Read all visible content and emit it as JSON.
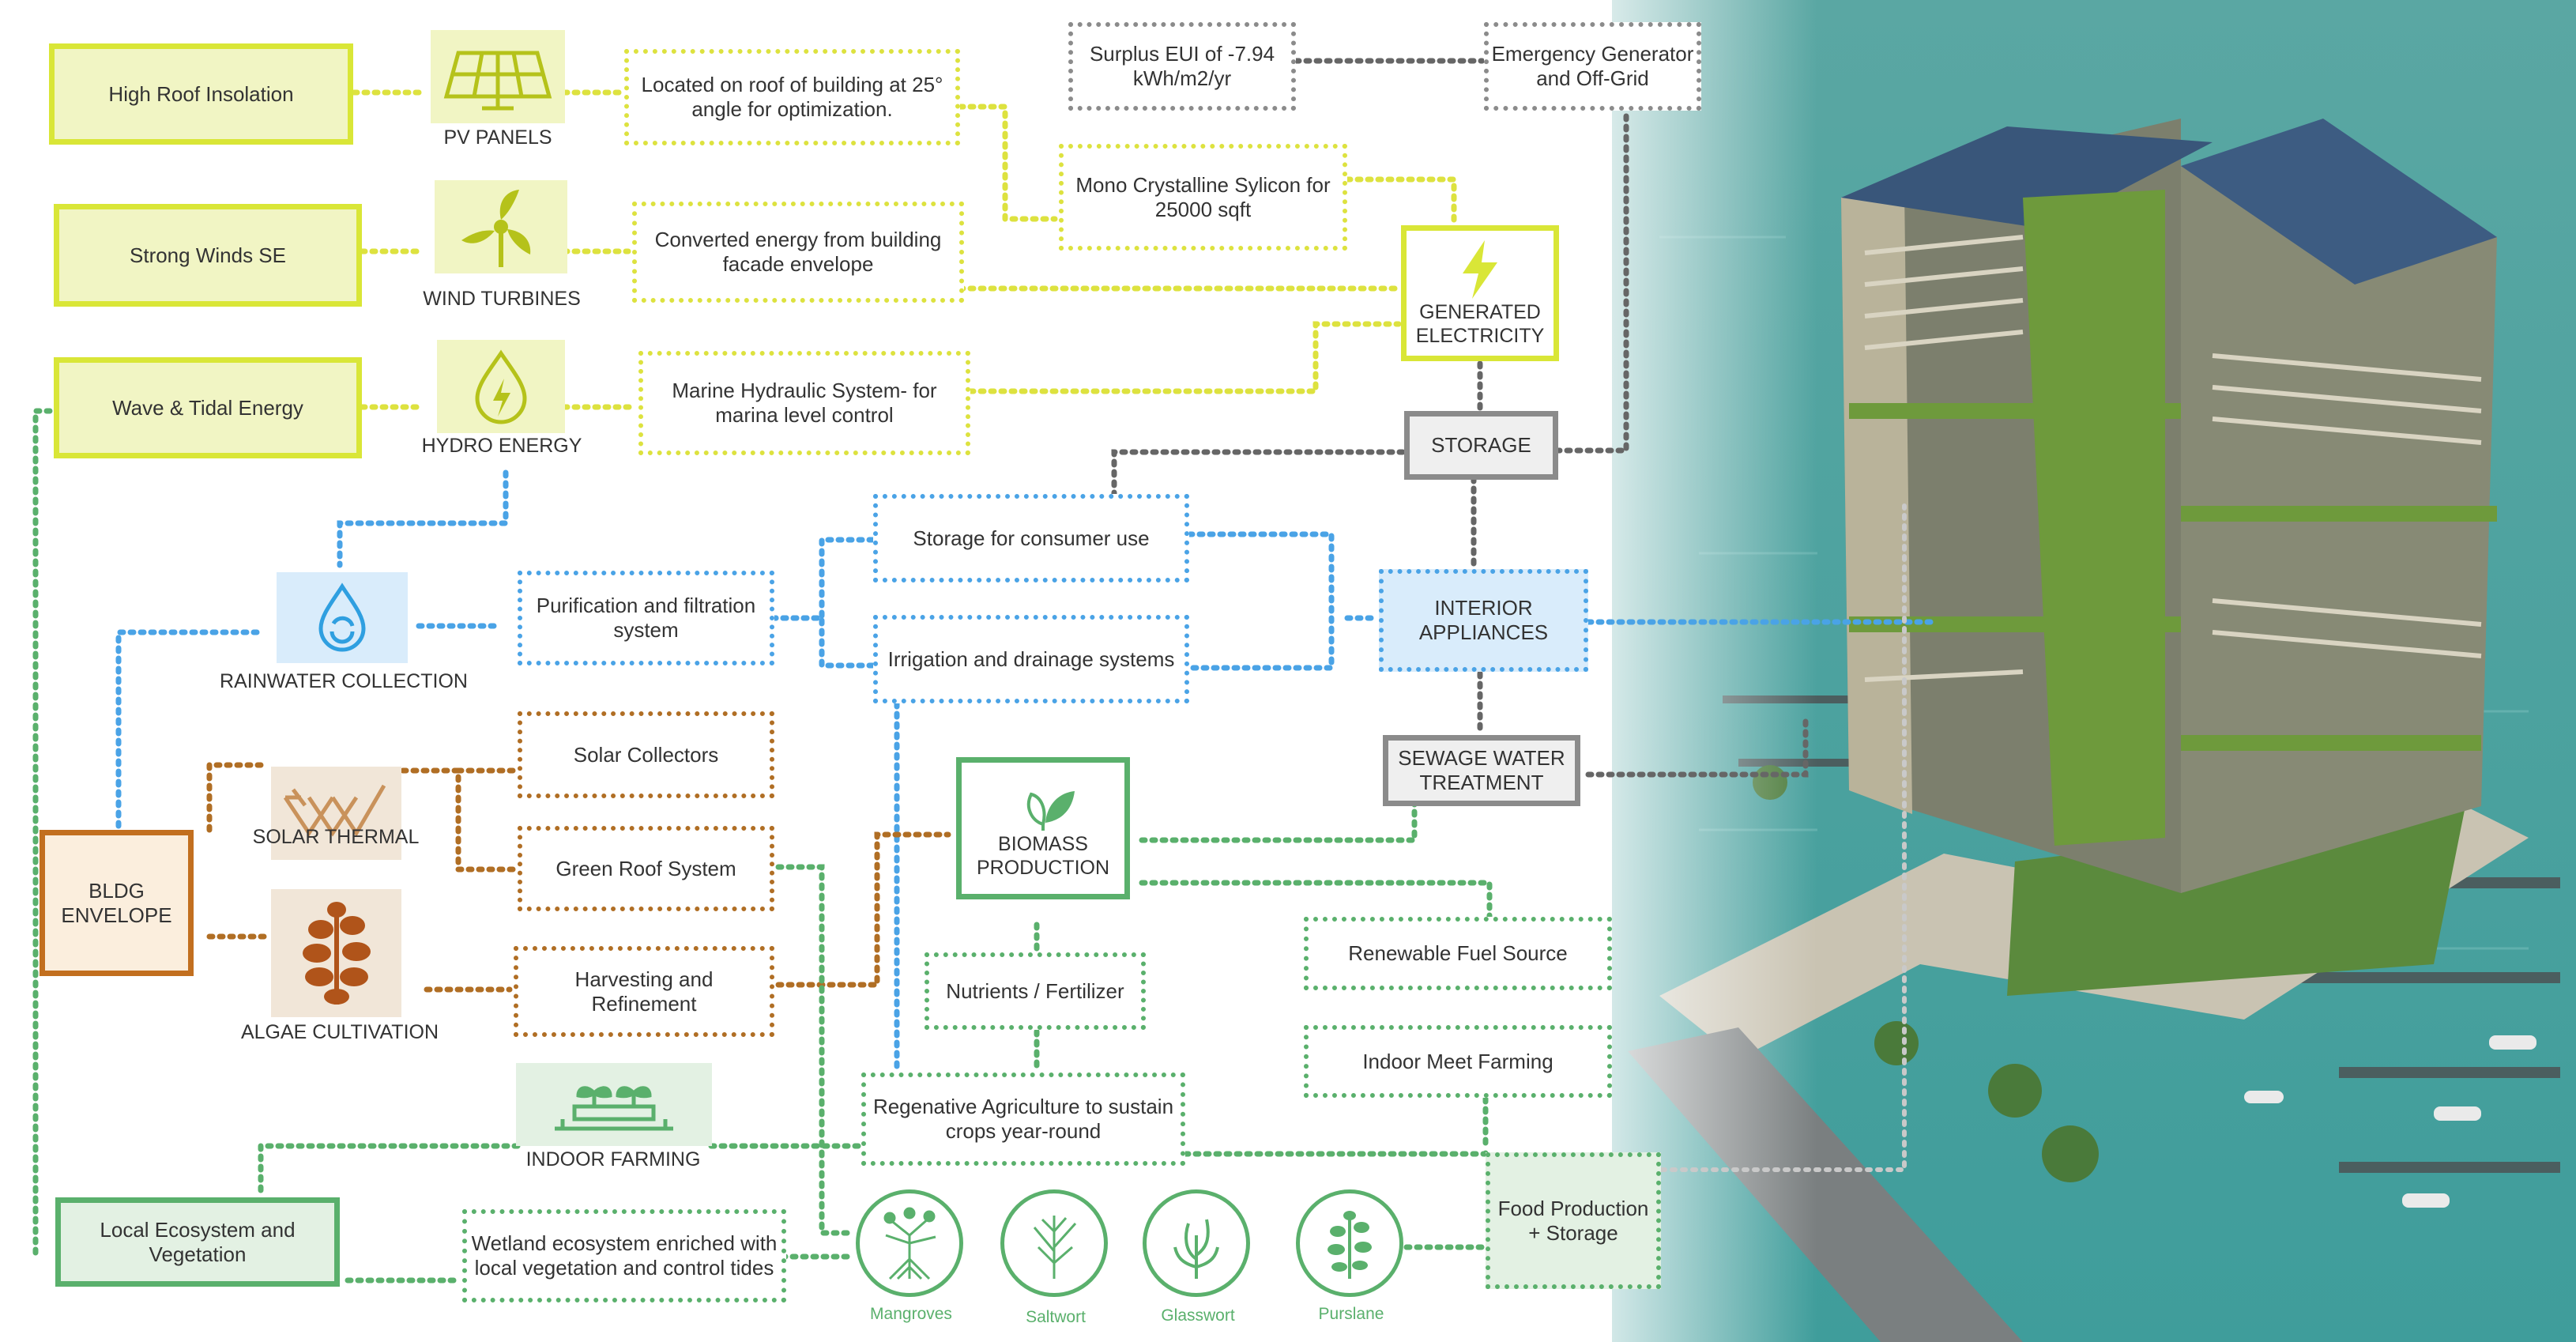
{
  "sources": {
    "roof": "High Roof Insolation",
    "winds": "Strong Winds SE",
    "wave": "Wave & Tidal Energy"
  },
  "tech": {
    "pv": "PV PANELS",
    "wind": "WIND TURBINES",
    "hydro": "HYDRO ENERGY",
    "rain": "RAINWATER COLLECTION",
    "solar_thermal": "SOLAR THERMAL",
    "algae": "ALGAE CULTIVATION",
    "indoor_farming": "INDOOR FARMING"
  },
  "notes": {
    "pv_note": "Located on roof of building at 25°\nangle for optimization.",
    "wind_note": "Converted energy from building\nfacade envelope",
    "hydro_note": "Marine Hydraulic System- for\nmarina level control",
    "mono": "Mono Crystalline Sylicon for\n25000 sqft",
    "eui": "Surplus EUI of -7.94\nkWh/m2/yr",
    "emergency": "Emergency Generator\nand Off-Grid",
    "generated": "GENERATED\nELECTRICITY",
    "storage": "STORAGE",
    "purification": "Purification and filtration\nsystem",
    "consumer": "Storage for consumer use",
    "irrigation": "Irrigation and drainage systems",
    "appliances": "INTERIOR\nAPPLIANCES",
    "sewage": "SEWAGE WATER\nTREATMENT",
    "solar_collectors": "Solar Collectors",
    "green_roof": "Green Roof System",
    "harvesting": "Harvesting and\nRefinement",
    "biomass": "BIOMASS\nPRODUCTION",
    "nutrients": "Nutrients / Fertilizer",
    "fuel": "Renewable Fuel Source",
    "meet": "Indoor Meet Farming",
    "regen": "Regenative Agriculture to sustain\ncrops year-round",
    "envelope": "BLDG\nENVELOPE",
    "ecosystem": "Local Ecosystem and\nVegetation",
    "wetland": "Wetland ecosystem enriched with\nlocal vegetation and control tides",
    "food": "Food Production\n+ Storage"
  },
  "plants": [
    "Mangroves",
    "Saltwort",
    "Glasswort",
    "Purslane"
  ],
  "colors": {
    "yellow": "#d9e637",
    "blue": "#4aa3e6",
    "orange": "#c26f1f",
    "green": "#5ab06c",
    "gray": "#8b8b8b",
    "sea": "#4fa7a6"
  },
  "icons": [
    "solar-panel-icon",
    "wind-turbine-icon",
    "hydro-drop-icon",
    "water-drop-icon",
    "solar-thermal-icon",
    "algae-icon",
    "seedlings-icon",
    "lightning-icon",
    "leaf-icon",
    "mangrove-icon",
    "saltwort-icon",
    "glasswort-icon",
    "purslane-icon"
  ]
}
